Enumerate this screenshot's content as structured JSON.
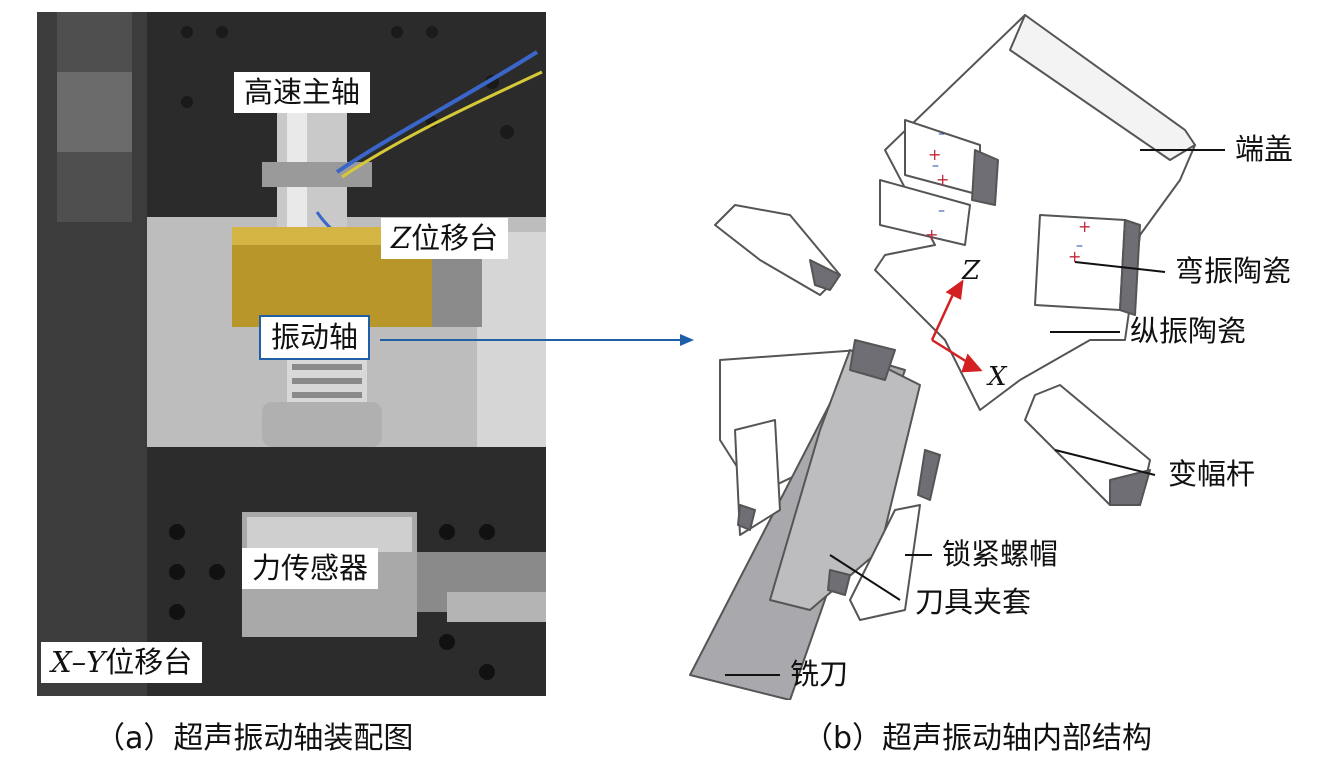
{
  "panel_a": {
    "labels": {
      "spindle": "高速主轴",
      "z_stage_letter": "Z",
      "z_stage_rest": "位移台",
      "vibration_shaft": "振动轴",
      "force_sensor": "力传感器",
      "xy_stage_letter": "X–Y",
      "xy_stage_rest": "位移台"
    },
    "caption": "（a）超声振动轴装配图"
  },
  "panel_b": {
    "labels": {
      "end_cap": "端盖",
      "bending_ceramic": "弯振陶瓷",
      "longitudinal_ceramic": "纵振陶瓷",
      "horn": "变幅杆",
      "lock_nut": "锁紧螺帽",
      "tool_collet": "刀具夹套",
      "milling_cutter": "铣刀"
    },
    "axes": {
      "z": "Z",
      "x": "X"
    },
    "caption": "（b）超声振动轴内部结构"
  },
  "colors": {
    "arrow": "#1f5fa8",
    "axis": "#d42020",
    "diagram_fill": "#ffffff",
    "diagram_shade": "#a9a9ad",
    "diagram_dark": "#6e6e74"
  }
}
